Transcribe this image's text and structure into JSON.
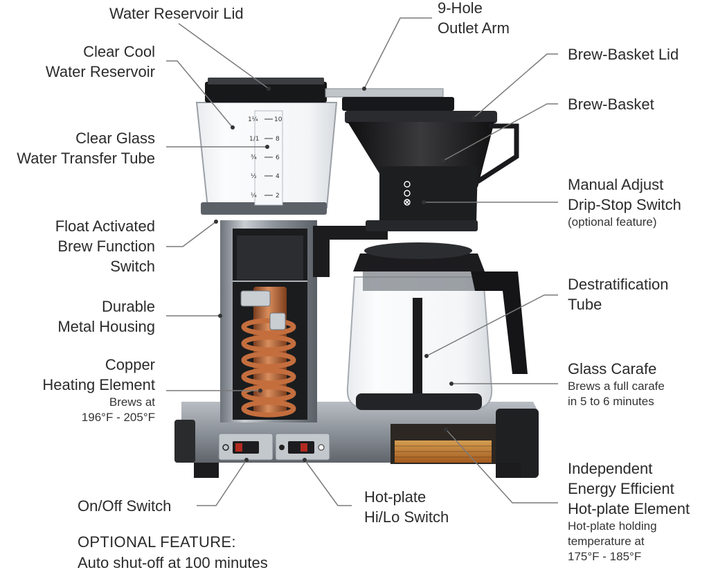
{
  "callouts": {
    "water_reservoir_lid": "Water Reservoir Lid",
    "outlet_arm": [
      "9-Hole",
      "Outlet Arm"
    ],
    "clear_reservoir": [
      "Clear Cool",
      "Water Reservoir"
    ],
    "brew_basket_lid": "Brew-Basket Lid",
    "brew_basket": "Brew-Basket",
    "transfer_tube": [
      "Clear Glass",
      "Water Transfer Tube"
    ],
    "drip_stop": [
      "Manual Adjust",
      "Drip-Stop Switch"
    ],
    "drip_stop_note": "(optional feature)",
    "float_switch": [
      "Float Activated",
      "Brew Function",
      "Switch"
    ],
    "destratification": [
      "Destratification",
      "Tube"
    ],
    "metal_housing": [
      "Durable",
      "Metal Housing"
    ],
    "copper_element": [
      "Copper",
      "Heating Element"
    ],
    "copper_note": [
      "Brews at",
      "196°F - 205°F"
    ],
    "glass_carafe": "Glass Carafe",
    "glass_carafe_note": [
      "Brews a full carafe",
      "in 5 to 6 minutes"
    ],
    "hotplate_element": [
      "Independent",
      "Energy Efficient",
      "Hot-plate Element"
    ],
    "hotplate_note": [
      "Hot-plate holding",
      "temperature at",
      "175°F - 185°F"
    ],
    "onoff_switch": "On/Off Switch",
    "hilo_switch": [
      "Hot-plate",
      "Hi/Lo Switch"
    ]
  },
  "tube_scale": [
    "1¼",
    "1/1",
    "¾",
    "½",
    "¼",
    "10",
    "8",
    "6",
    "4",
    "2"
  ],
  "footer": {
    "heading": "OPTIONAL FEATURE:",
    "text": "Auto shut-off at 100 minutes"
  },
  "colors": {
    "label_text": "#2b2b2b",
    "leader_line": "#7a7a7a",
    "housing_metal": "#9aa1a8",
    "copper": "#b0633a",
    "hotplate_glow": "#e89a3c",
    "body_black": "#1c1c1e"
  }
}
